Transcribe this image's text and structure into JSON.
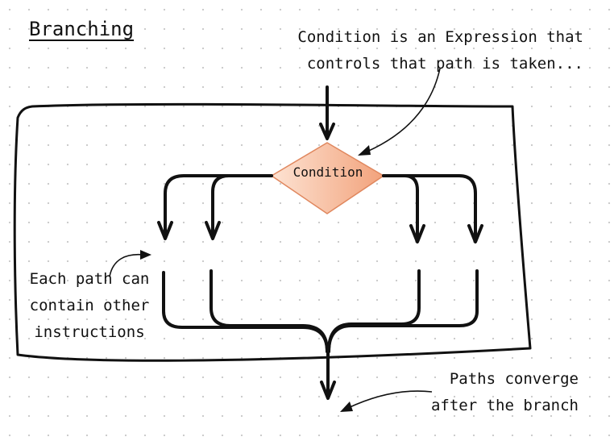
{
  "title": "Branching",
  "condition_label": "Condition",
  "annotations": {
    "condition_note": [
      "Condition is an Expression that",
      "controls that path is taken..."
    ],
    "path_note": [
      "Each path can",
      "contain other",
      "instructions"
    ],
    "converge_note": [
      "Paths converge",
      "after the branch"
    ]
  },
  "colors": {
    "diamond_fill_light": "#fde3d3",
    "diamond_fill_dark": "#f2a27b",
    "diamond_stroke": "#e0875e",
    "stroke": "#111111"
  }
}
